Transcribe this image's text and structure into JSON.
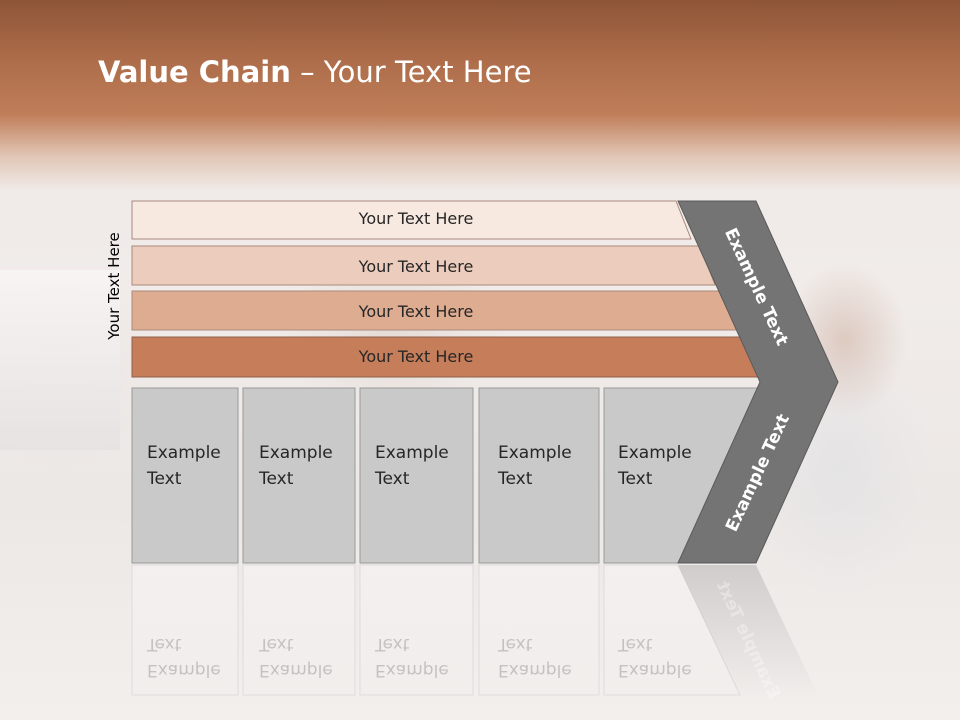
{
  "slide": {
    "title_bold": "Value Chain",
    "title_rest": " – Your Text Here",
    "side_label": "Your Text Here",
    "layers": [
      "Your Text Here",
      "Your Text Here",
      "Your Text Here",
      "Your Text Here"
    ],
    "layer_colors": [
      "#f7e8e0",
      "#ecccbd",
      "#deac91",
      "#c67d5a"
    ],
    "columns": [
      {
        "line1": "Example",
        "line2": "Text"
      },
      {
        "line1": "Example",
        "line2": "Text"
      },
      {
        "line1": "Example",
        "line2": "Text"
      },
      {
        "line1": "Example",
        "line2": "Text"
      },
      {
        "line1": "Example",
        "line2": "Text"
      }
    ],
    "chevron_top": "Example Text",
    "chevron_bottom": "Example Text",
    "chevron_color": "#747474",
    "column_color": "#c9c9c9"
  }
}
